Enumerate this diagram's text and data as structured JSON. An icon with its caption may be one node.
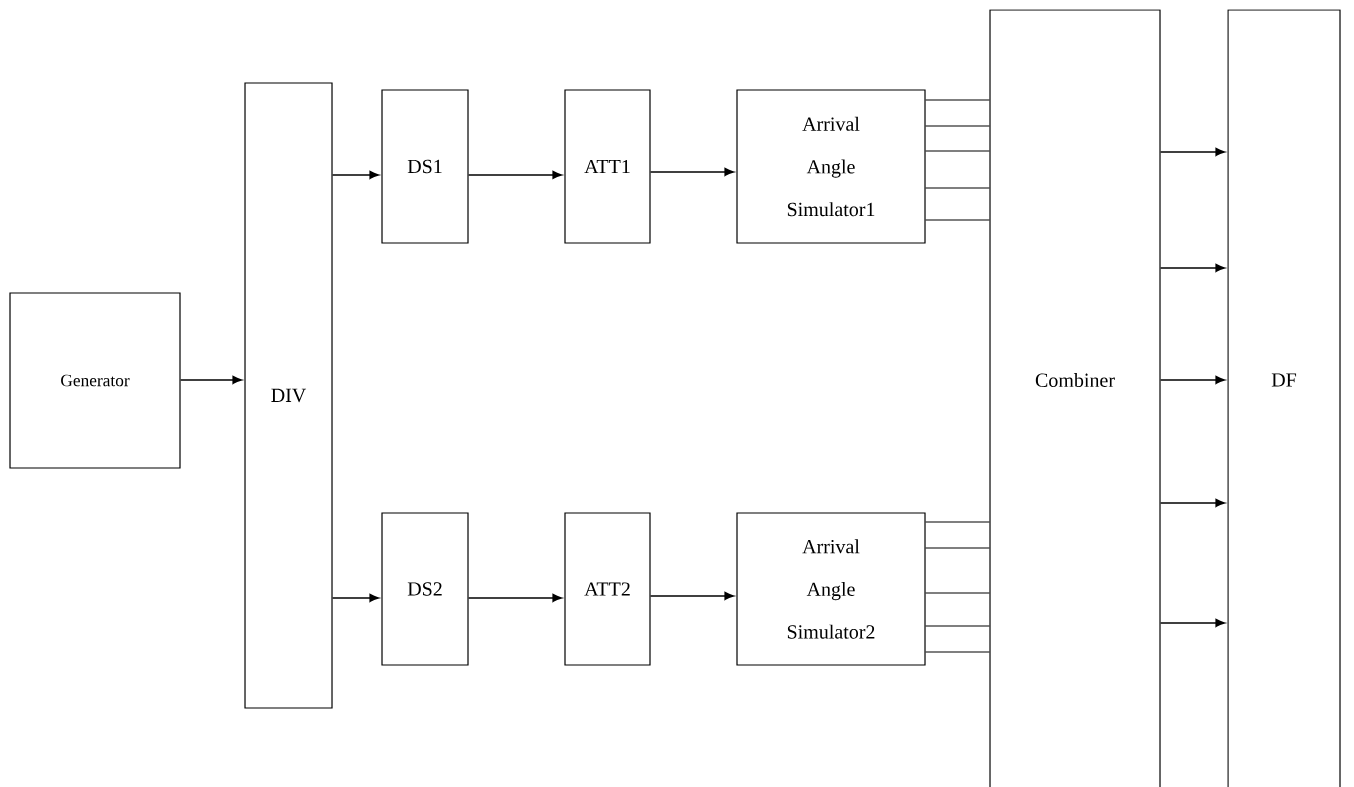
{
  "diagram": {
    "nodes": [
      {
        "text": [
          "Generator"
        ]
      },
      {
        "text": [
          "DIV"
        ]
      },
      {
        "text": [
          "DS1"
        ]
      },
      {
        "text": [
          "ATT1"
        ]
      },
      {
        "text": [
          "Arrival Angle Simulator1"
        ]
      },
      {
        "text": [
          "DS2"
        ]
      },
      {
        "text": [
          "ATT2"
        ]
      },
      {
        "text": [
          "Arrival Angle Simulator2"
        ]
      },
      {
        "text": [
          "Combiner"
        ]
      },
      {
        "text": [
          "DF"
        ]
      }
    ],
    "edges": [
      {
        "from": 0,
        "to": 1,
        "arrow": "to"
      },
      {
        "from": 1,
        "to": 2,
        "arrow": "to"
      },
      {
        "from": 2,
        "to": 3,
        "arrow": "to"
      },
      {
        "from": 3,
        "to": 4,
        "arrow": "to"
      },
      {
        "from": 1,
        "to": 5,
        "arrow": "to"
      },
      {
        "from": 5,
        "to": 6,
        "arrow": "to"
      },
      {
        "from": 6,
        "to": 7,
        "arrow": "to"
      },
      {
        "from": 4,
        "to": 8,
        "arrow": "none"
      },
      {
        "from": 4,
        "to": 8,
        "arrow": "none"
      },
      {
        "from": 4,
        "to": 8,
        "arrow": "none"
      },
      {
        "from": 4,
        "to": 8,
        "arrow": "none"
      },
      {
        "from": 4,
        "to": 8,
        "arrow": "none"
      },
      {
        "from": 7,
        "to": 8,
        "arrow": "none"
      },
      {
        "from": 7,
        "to": 8,
        "arrow": "none"
      },
      {
        "from": 7,
        "to": 8,
        "arrow": "none"
      },
      {
        "from": 7,
        "to": 8,
        "arrow": "none"
      },
      {
        "from": 7,
        "to": 8,
        "arrow": "none"
      },
      {
        "from": 8,
        "to": 9,
        "arrow": "to"
      },
      {
        "from": 8,
        "to": 9,
        "arrow": "to"
      },
      {
        "from": 8,
        "to": 9,
        "arrow": "to"
      },
      {
        "from": 8,
        "to": 9,
        "arrow": "to"
      },
      {
        "from": 8,
        "to": 9,
        "arrow": "to"
      }
    ]
  }
}
